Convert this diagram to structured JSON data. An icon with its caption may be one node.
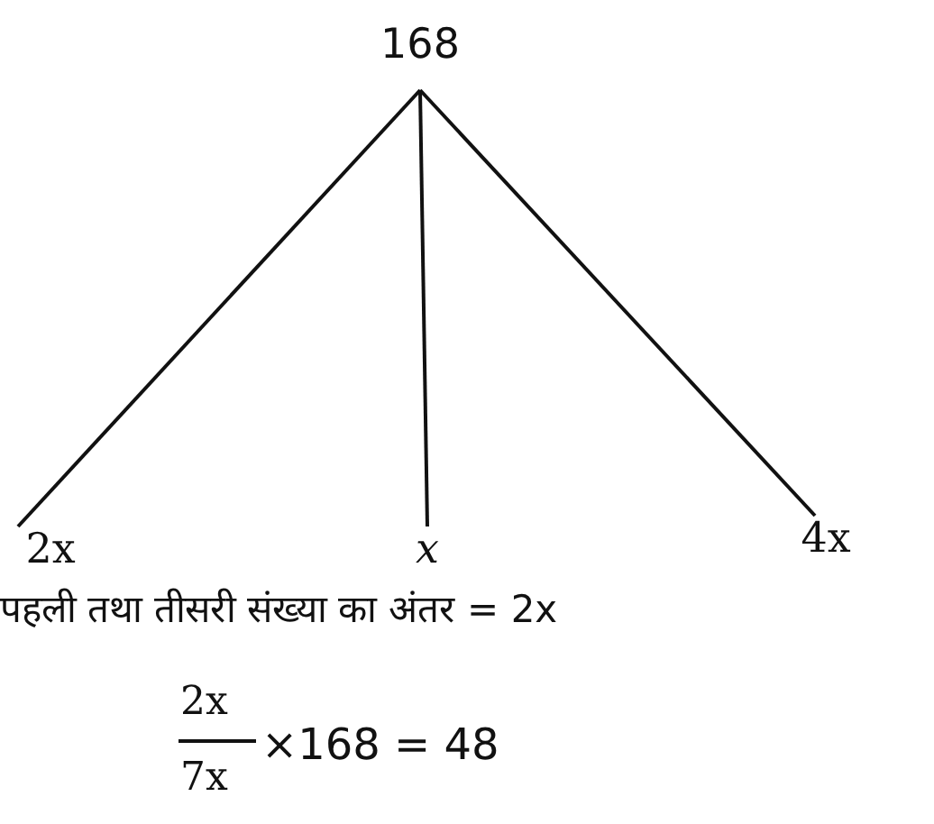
{
  "diagram": {
    "nodes": [
      {
        "text": [
          "168"
        ]
      },
      {
        "text": [
          "2x"
        ]
      },
      {
        "text": [
          "x"
        ]
      },
      {
        "text": [
          "4x"
        ]
      }
    ],
    "edges": [
      {
        "from": 0,
        "to": 1,
        "arrow": "none"
      },
      {
        "from": 0,
        "to": 2,
        "arrow": "none"
      },
      {
        "from": 0,
        "to": 3,
        "arrow": "none"
      }
    ],
    "labels": [
      "पहली तथा तीसरी संख्या का अंतर = 2x",
      "2x",
      "7x",
      "×168 = 48"
    ]
  }
}
